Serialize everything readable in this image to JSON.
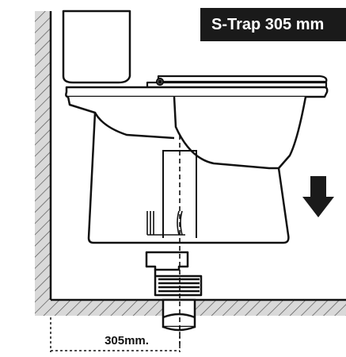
{
  "diagram": {
    "title_label": "S-Trap 305 mm",
    "dimension_label": "305mm.",
    "arrow_direction": "down",
    "colors": {
      "ink": "#111111",
      "wall": "#d6d6d6",
      "label_bg": "#1a1a1a",
      "label_text": "#ffffff"
    }
  }
}
